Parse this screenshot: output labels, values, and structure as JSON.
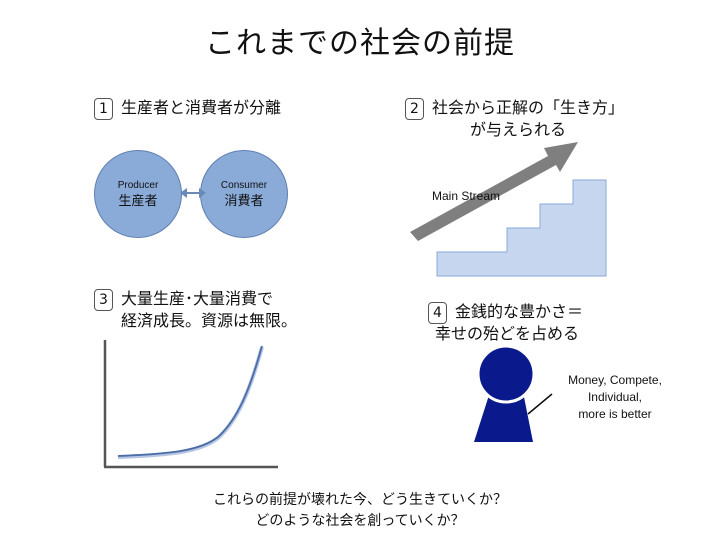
{
  "title": "これまでの社会の前提",
  "section1": {
    "number": "1",
    "heading": "生産者と消費者が分離",
    "producer": {
      "en": "Producer",
      "jp": "生産者"
    },
    "consumer": {
      "en": "Consumer",
      "jp": "消費者"
    }
  },
  "section2": {
    "number": "2",
    "heading_line1": "社会から正解の「生き方」",
    "heading_line2": "が与えられる",
    "stream_label": "Main Stream"
  },
  "section3": {
    "number": "3",
    "heading_line1": "大量生産･大量消費で",
    "heading_line2": "経済成長。資源は無限。"
  },
  "section4": {
    "number": "4",
    "heading_line1": "金銭的な豊かさ＝",
    "heading_line2": "幸せの殆どを占める",
    "speech_lines": [
      "Money, Compete,",
      "Individual,",
      "more is better"
    ]
  },
  "footer": {
    "line1": "これらの前提が壊れた今、どう生きていくか？",
    "line2": "どのような社会を創っていくか？"
  },
  "colors": {
    "circle": "#8aaad8",
    "stairs": "#c5d6ee",
    "arrow": "#7f7f7f",
    "curve": "#4a6da8",
    "person": "#0a1a8c"
  }
}
